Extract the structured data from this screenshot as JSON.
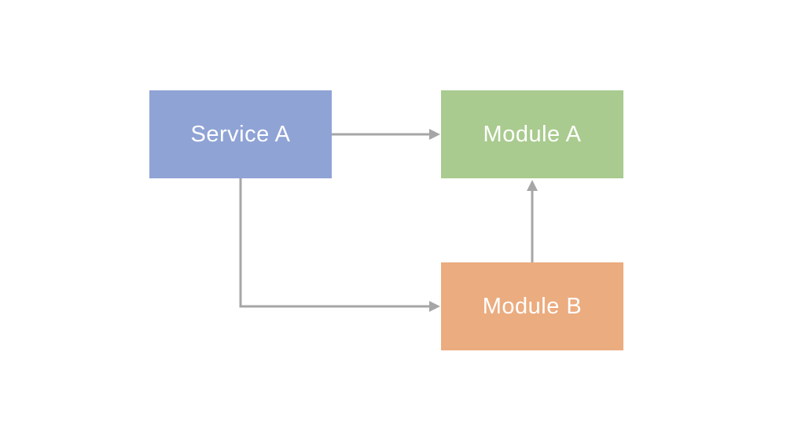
{
  "diagram": {
    "title": "",
    "nodes": [
      {
        "id": "service-a",
        "label": "Service A",
        "shape": "rectangle",
        "fill_key": "service-a-fill"
      },
      {
        "id": "module-a",
        "label": "Module A",
        "shape": "rectangle",
        "fill_key": "module-a-fill"
      },
      {
        "id": "module-b",
        "label": "Module B",
        "shape": "rectangle",
        "fill_key": "module-b-fill"
      }
    ],
    "edges": [
      {
        "from": "service-a",
        "to": "module-a",
        "style": "straight-right-arrow"
      },
      {
        "from": "service-a",
        "to": "module-b",
        "style": "elbow-down-then-right-arrow"
      },
      {
        "from": "module-b",
        "to": "module-a",
        "style": "straight-up-arrow"
      }
    ]
  },
  "colors": {
    "background": "#ffffff",
    "service-a-fill": "#8fa3d5",
    "module-a-fill": "#a9cb8f",
    "module-b-fill": "#ebac7f",
    "node-text": "#ffffff",
    "connector": "#a6a6a6"
  }
}
